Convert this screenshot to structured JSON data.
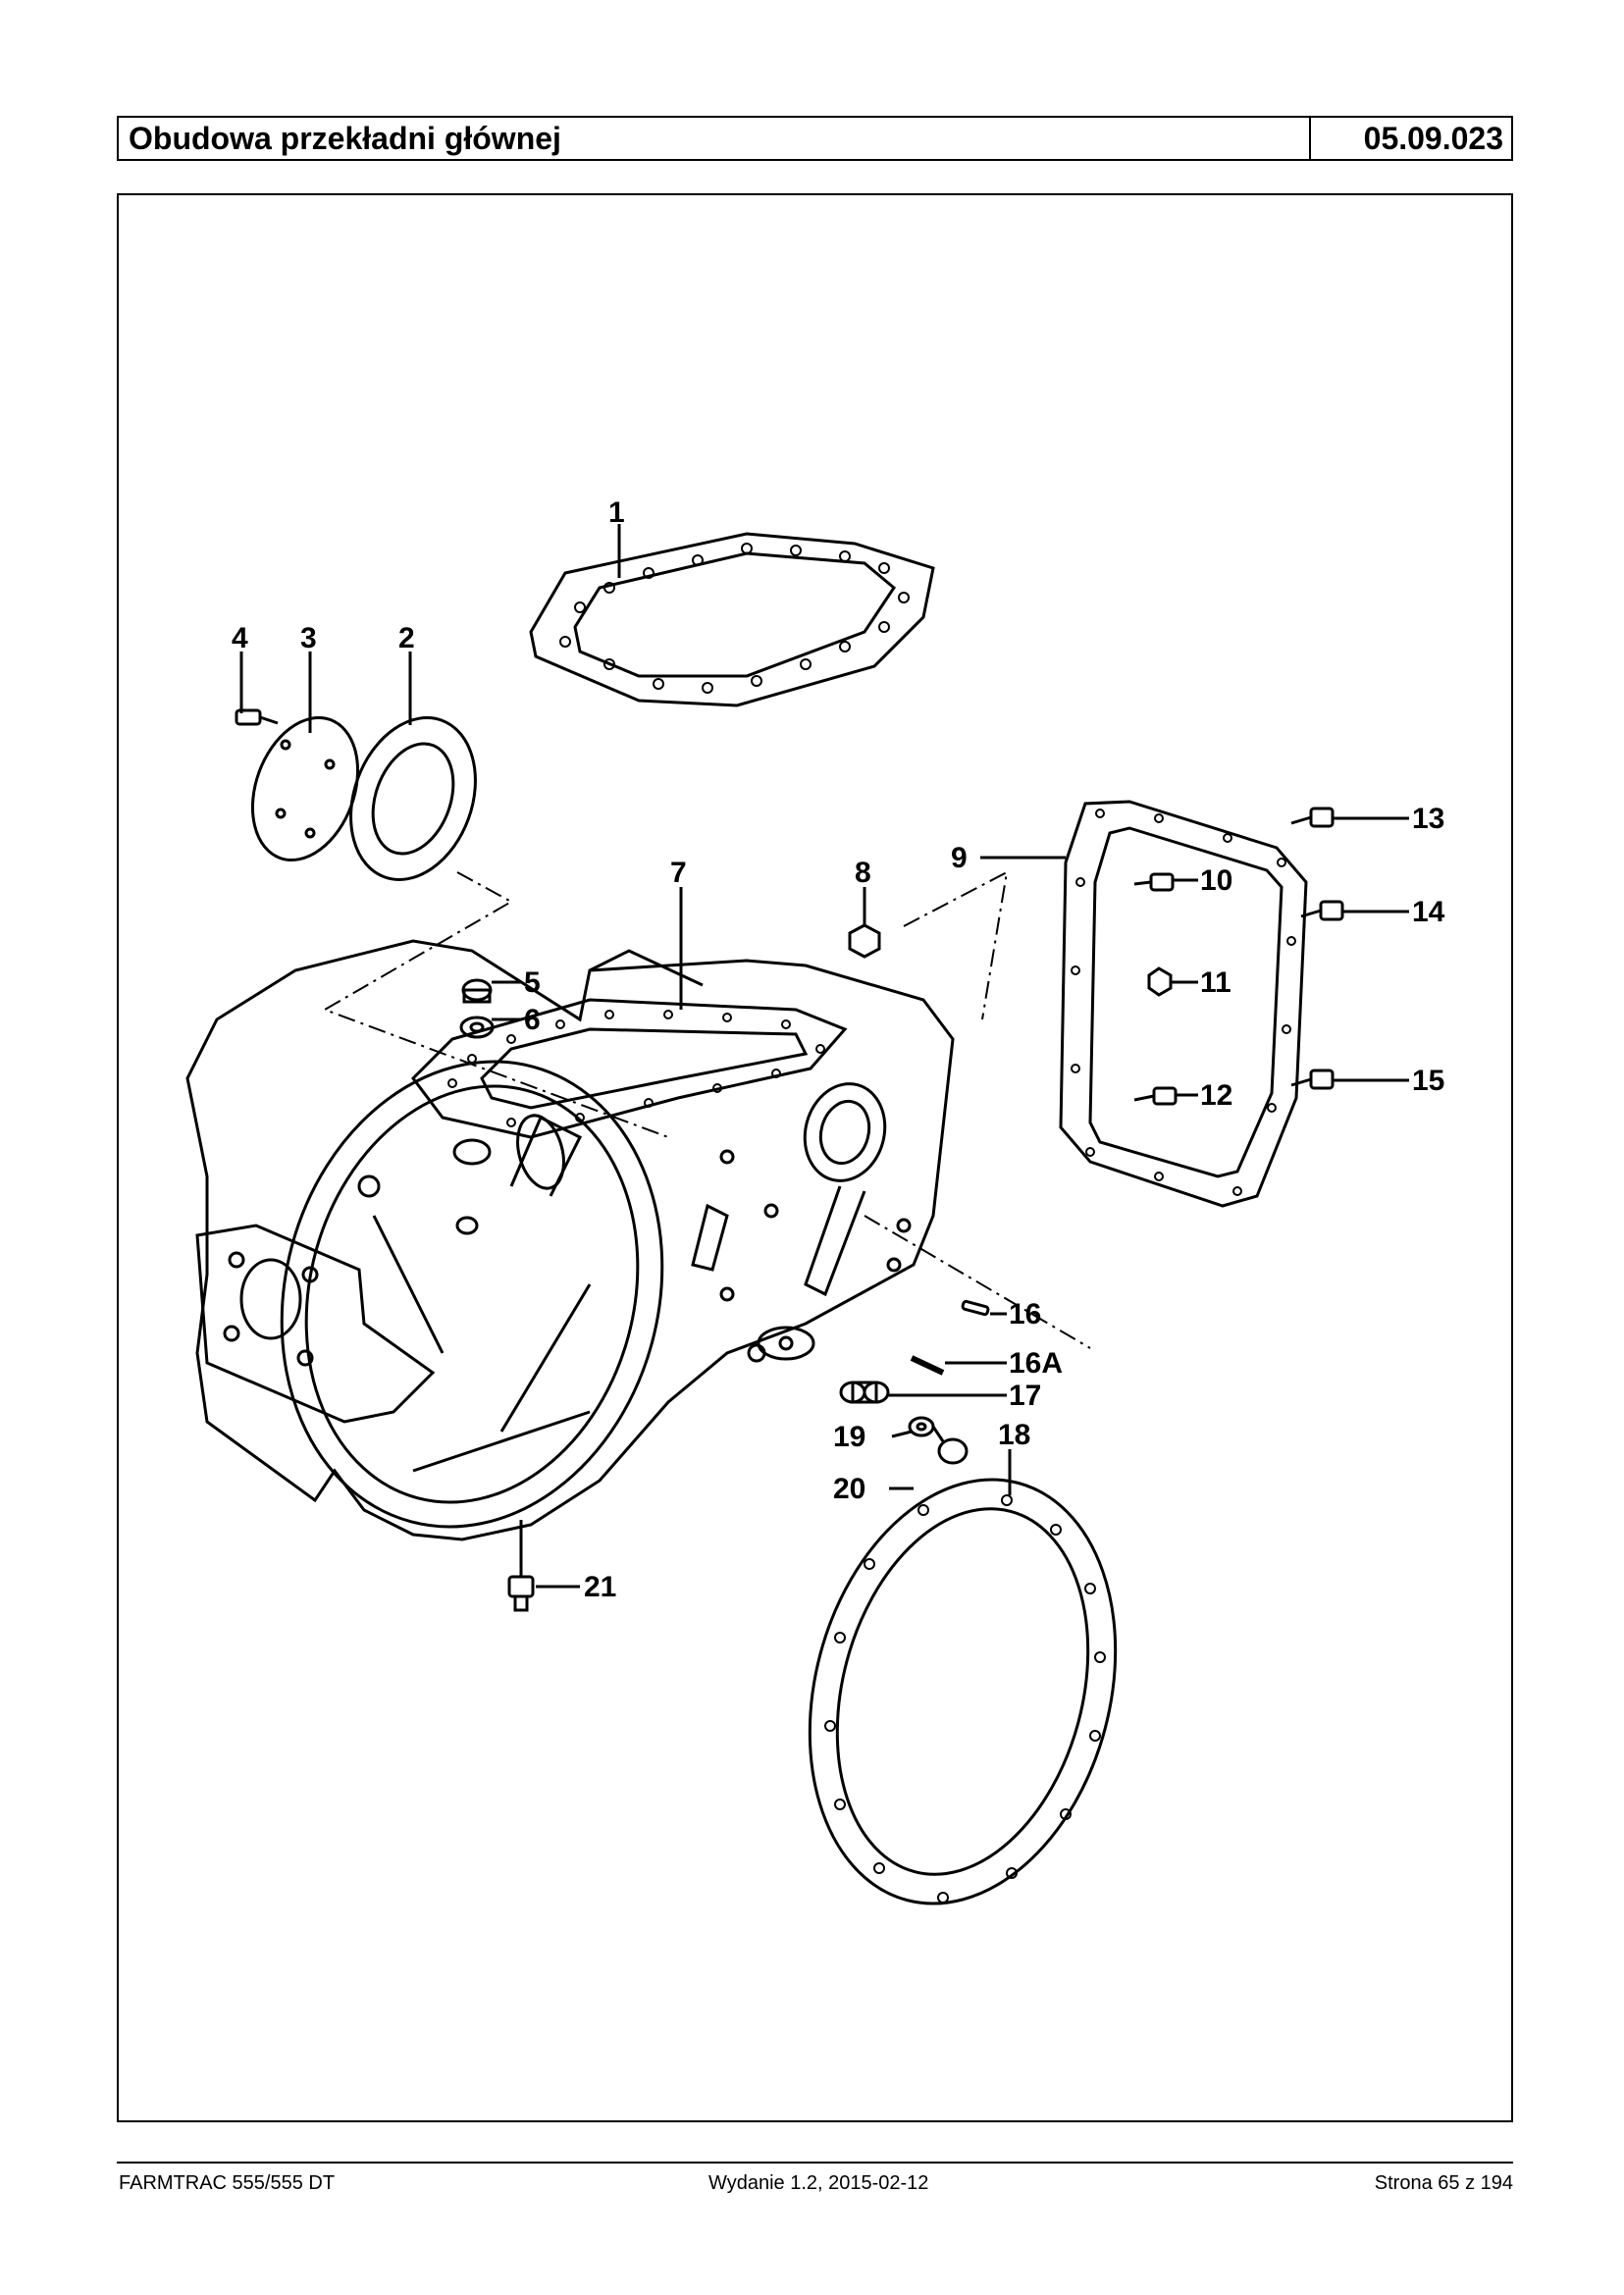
{
  "header": {
    "title": "Obudowa przekładni głównej",
    "code": "05.09.023"
  },
  "diagram": {
    "callouts": [
      {
        "id": "1",
        "label": "1"
      },
      {
        "id": "2",
        "label": "2"
      },
      {
        "id": "3",
        "label": "3"
      },
      {
        "id": "4",
        "label": "4"
      },
      {
        "id": "5",
        "label": "5"
      },
      {
        "id": "6",
        "label": "6"
      },
      {
        "id": "7",
        "label": "7"
      },
      {
        "id": "8",
        "label": "8"
      },
      {
        "id": "9",
        "label": "9"
      },
      {
        "id": "10",
        "label": "10"
      },
      {
        "id": "11",
        "label": "11"
      },
      {
        "id": "12",
        "label": "12"
      },
      {
        "id": "13",
        "label": "13"
      },
      {
        "id": "14",
        "label": "14"
      },
      {
        "id": "15",
        "label": "15"
      },
      {
        "id": "16",
        "label": "16"
      },
      {
        "id": "16A",
        "label": "16A"
      },
      {
        "id": "17",
        "label": "17"
      },
      {
        "id": "18",
        "label": "18"
      },
      {
        "id": "19",
        "label": "19"
      },
      {
        "id": "20",
        "label": "20"
      },
      {
        "id": "21",
        "label": "21"
      }
    ]
  },
  "footer": {
    "left": "FARMTRAC 555/555 DT",
    "center": "Wydanie 1.2,  2015-02-12",
    "right": "Strona 65 z 194"
  }
}
